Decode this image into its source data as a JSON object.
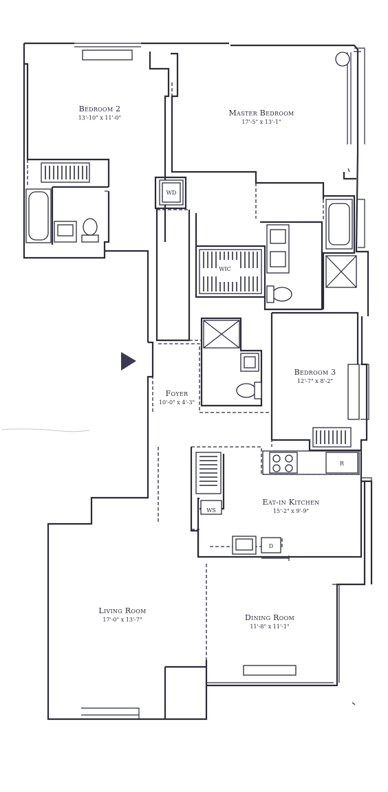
{
  "rooms": {
    "bedroom2": {
      "name": "Bedroom 2",
      "dim": "13'-10\" x 11'-0\""
    },
    "master": {
      "name": "Master Bedroom",
      "dim": "17'-5\" x 13'-1\""
    },
    "bedroom3": {
      "name": "Bedroom 3",
      "dim": "12'-7\" x 8'-2\""
    },
    "foyer": {
      "name": "Foyer",
      "dim": "10'-0\" x 4'-3\""
    },
    "kitchen": {
      "name": "Eat-in Kitchen",
      "dim": "15'-2\" x 9'-9\""
    },
    "living": {
      "name": "Living Room",
      "dim": "17'-0\" x 13'-7\""
    },
    "dining": {
      "name": "Dining Room",
      "dim": "11'-8\" x 11'-1\""
    }
  },
  "fixtures": {
    "washer_dryer": "WD",
    "walk_in_closet": "WIC",
    "wine_storage": "WS",
    "refrigerator": "R",
    "dishwasher": "D"
  },
  "colors": {
    "ink": "#2a2a3a",
    "entry_marker": "#3a3a52",
    "paper": "#ffffff"
  },
  "icons": {
    "entry": "entry-arrow-icon"
  }
}
